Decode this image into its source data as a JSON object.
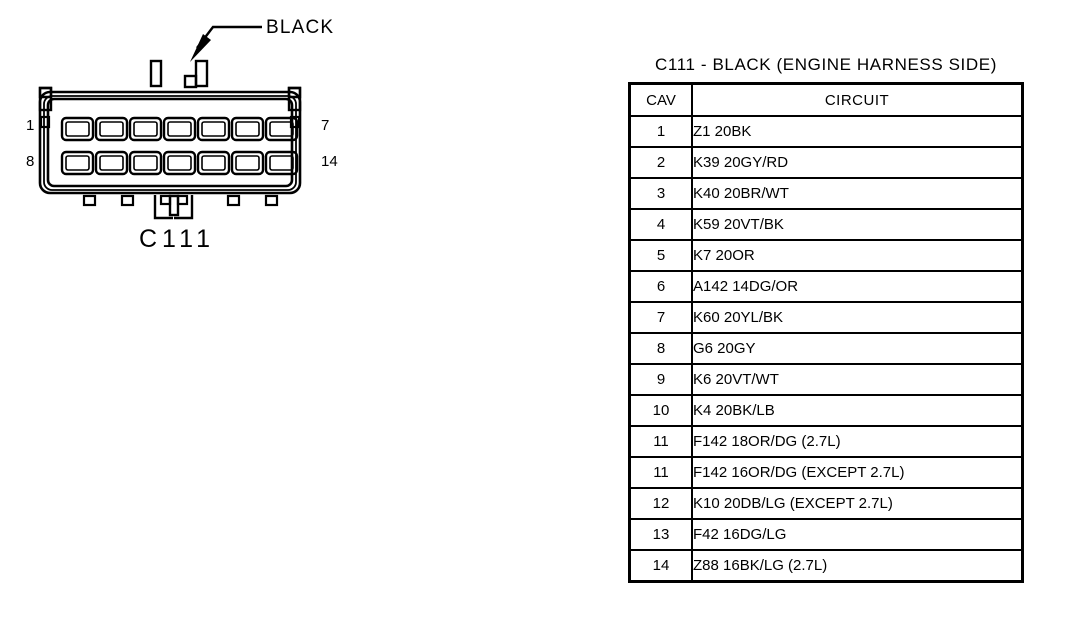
{
  "figure": {
    "callout_label": "BLACK",
    "connector_name": "C111",
    "pin_numbers": {
      "top_left": "1",
      "bottom_left": "8",
      "top_right": "7",
      "bottom_right": "14"
    },
    "cavity_rows": 2,
    "cavities_per_row": 7,
    "line_color": "#000000"
  },
  "table": {
    "title": "C111 - BLACK (ENGINE HARNESS SIDE)",
    "columns": [
      "CAV",
      "CIRCUIT"
    ],
    "rows": [
      {
        "cav": "1",
        "circuit": "Z1 20BK"
      },
      {
        "cav": "2",
        "circuit": "K39 20GY/RD"
      },
      {
        "cav": "3",
        "circuit": "K40 20BR/WT"
      },
      {
        "cav": "4",
        "circuit": "K59 20VT/BK"
      },
      {
        "cav": "5",
        "circuit": "K7 20OR"
      },
      {
        "cav": "6",
        "circuit": "A142 14DG/OR"
      },
      {
        "cav": "7",
        "circuit": "K60 20YL/BK"
      },
      {
        "cav": "8",
        "circuit": "G6 20GY"
      },
      {
        "cav": "9",
        "circuit": "K6 20VT/WT"
      },
      {
        "cav": "10",
        "circuit": "K4 20BK/LB"
      },
      {
        "cav": "11",
        "circuit": "F142 18OR/DG (2.7L)"
      },
      {
        "cav": "11",
        "circuit": "F142 16OR/DG (EXCEPT 2.7L)"
      },
      {
        "cav": "12",
        "circuit": "K10 20DB/LG (EXCEPT 2.7L)"
      },
      {
        "cav": "13",
        "circuit": "F42 16DG/LG"
      },
      {
        "cav": "14",
        "circuit": "Z88 16BK/LG (2.7L)"
      }
    ]
  }
}
